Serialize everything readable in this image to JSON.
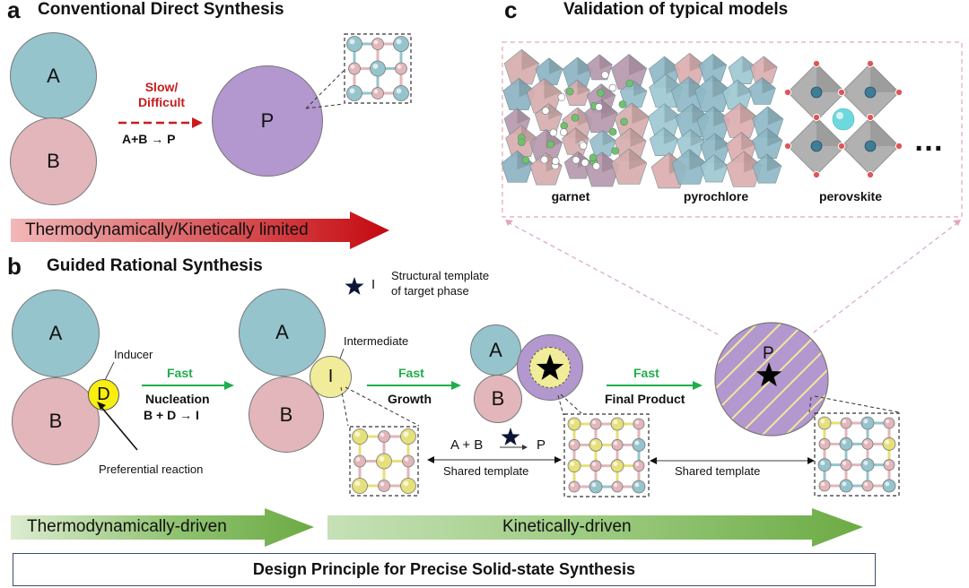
{
  "panel_a": {
    "letter": "a",
    "title": "Conventional Direct Synthesis",
    "circle_a": "A",
    "circle_b": "B",
    "circle_p": "P",
    "arrow_label_line1": "Slow/",
    "arrow_label_line2": "Difficult",
    "equation": "A+B → P",
    "limit_arrow_text": "Thermodynamically/Kinetically limited"
  },
  "panel_b": {
    "letter": "b",
    "title": "Guided Rational Synthesis",
    "legend_star_symbol": "I",
    "legend_line1": "Structural template",
    "legend_line2": "of target phase",
    "stage1": {
      "circle_a": "A",
      "circle_b": "B",
      "circle_d": "D",
      "inducer_label": "Inducer",
      "preferential_label": "Preferential reaction"
    },
    "step1": {
      "speed": "Fast",
      "name": "Nucleation",
      "equation": "B + D → I"
    },
    "stage2": {
      "circle_a": "A",
      "circle_b": "B",
      "circle_i": "I",
      "intermediate_label": "Intermediate"
    },
    "step2": {
      "speed": "Fast",
      "name": "Growth"
    },
    "stage3": {
      "circle_a": "A",
      "circle_b": "B"
    },
    "step3": {
      "speed": "Fast",
      "name": "Final Product"
    },
    "stage4": {
      "circle_p": "P"
    },
    "shared_template_1": "Shared template",
    "shared_equation_left": "A + B",
    "shared_equation_right": "P",
    "shared_template_2": "Shared template",
    "driven_arrow_1": "Thermodynamically-driven",
    "driven_arrow_2": "Kinetically-driven"
  },
  "panel_c": {
    "letter": "c",
    "title": "Validation of typical models",
    "models": [
      "garnet",
      "pyrochlore",
      "perovskite"
    ],
    "ellipsis": "…"
  },
  "footer": {
    "text": "Design Principle for Precise Solid-state Synthesis"
  },
  "colors": {
    "cation_a": "#95c4cd",
    "cation_b": "#e2b6ba",
    "product": "#b397cf",
    "intermediate": "#f0ec9a",
    "inducer": "#f8ee10",
    "fast_green": "#1fae4b",
    "slow_red": "#c81c1c"
  }
}
